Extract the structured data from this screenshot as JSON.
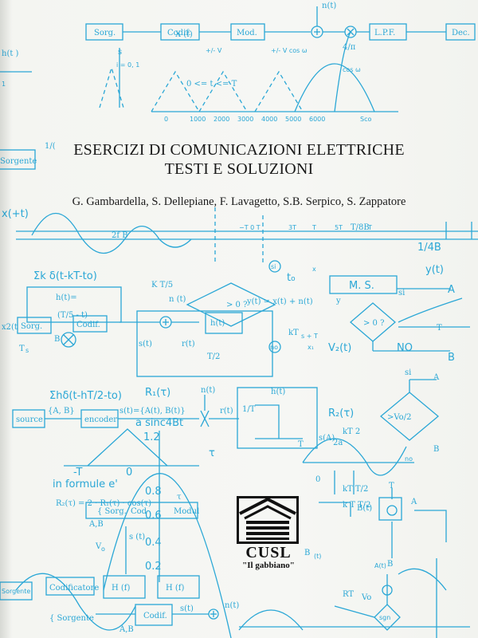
{
  "cover": {
    "title_line1": "ESERCIZI DI COMUNICAZIONI ELETTRICHE",
    "title_line2": "TESTI E SOLUZIONI",
    "authors": "G. Gambardella, S. Dellepiane, F. Lavagetto, S.B. Serpico, S. Zappatore",
    "publisher_name": "CUSL",
    "publisher_tagline": "\"Il gabbiano\""
  },
  "background_labels": {
    "sorg": "Sorg.",
    "codif": "Codif.",
    "mod": "Mod.",
    "lpf": "L.P.F.",
    "dec": "Dec.",
    "n_t": "n(t)",
    "pv": "+/- V",
    "pvcos": "+/- V cos ω",
    "sorgente": "Sorgente",
    "source": "source",
    "encoder": "encoder",
    "ab": "{A, B}",
    "sab": "s(t)={A(t), B(t)}",
    "sinc": "a sinc4Bt",
    "r1": "R₁(τ)",
    "r2": "R₂(τ)",
    "vo2": ">Vo/2",
    "in_formule": "in formule e'",
    "r2formula": "R₂(τ) = 2 · R₁(τ) · cos(τ)",
    "ms": "M. S.",
    "no": "NO",
    "a": "A",
    "b": "B",
    "y_t": "y(t)",
    "v2_t": "V₂(t)",
    "sum_k": "Σk δ(t-kT-to)",
    "sum_h": "Σhδ(t-hT/2-to)",
    "h_t": "h(t)=",
    "t_over_5": "K T/5",
    "yx": "y(t) = x(t) + n(t)",
    "gt0": "> 0 ?",
    "codificatore": "Codificatore",
    "sorgente2": "{ Sorgente",
    "ax": "A,B",
    "one_over_4b": "1/4B",
    "minus_t": "-T",
    "zero": "0",
    "one_two": "1.2",
    "zero_eight": "0.8",
    "zero_six": "0.6",
    "zero_four": "0.4",
    "zero_two": "0.2",
    "tau": "τ",
    "kt2": "kT 2",
    "sgn": "sgn"
  }
}
